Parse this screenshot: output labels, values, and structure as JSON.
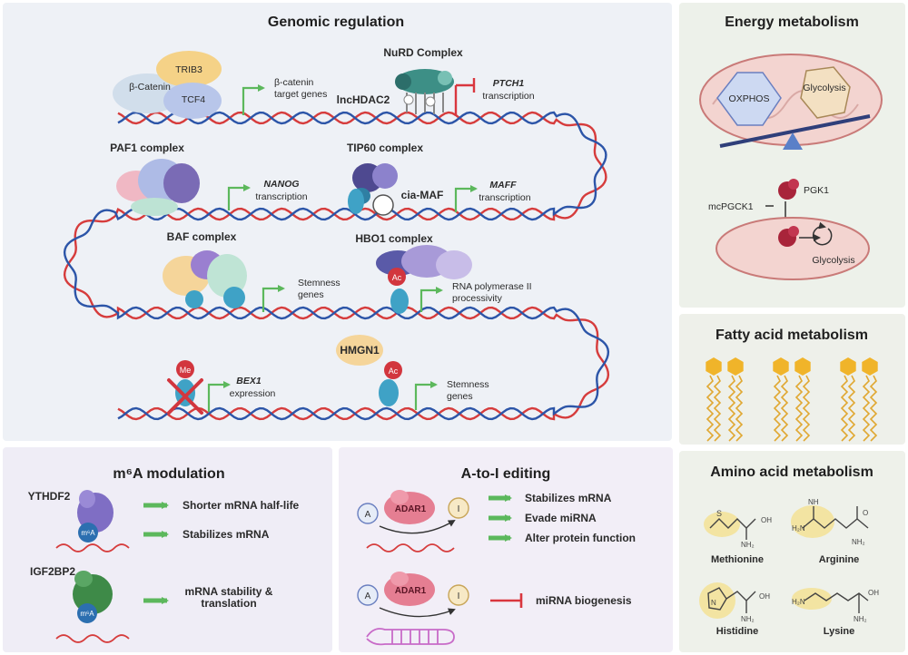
{
  "colors": {
    "panel_genomic": "#eef1f6",
    "panel_energy": "#edf1ea",
    "panel_m6a": "#efedf6",
    "panel_atoi": "#f2eef7",
    "dna_red": "#d63c3c",
    "dna_blue": "#2c55a8",
    "activate_green": "#5cb85c",
    "inhibit_red": "#d9363e"
  },
  "panels": {
    "genomic": {
      "title": "Genomic regulation",
      "row1": {
        "proteins": [
          "TRIB3",
          "β-Catenin",
          "TCF4"
        ],
        "target": "β-catenin\ntarget genes",
        "nurd": "NuRD Complex",
        "lnc": "lncHDAC2",
        "gene": "PTCH1",
        "gene_suffix": "transcription"
      },
      "row2": {
        "paf1": "PAF1 complex",
        "gene1": "NANOG",
        "gene1_suffix": "transcription",
        "tip60": "TIP60 complex",
        "cia": "cia-MAF",
        "gene2": "MAFF",
        "gene2_suffix": "transcription"
      },
      "row3": {
        "baf": "BAF complex",
        "out1": "Stemness\ngenes",
        "hbo1": "HBO1 complex",
        "ac": "Ac",
        "out2": "RNA polymerase II\nprocessivity"
      },
      "row4": {
        "me": "Me",
        "gene": "BEX1",
        "gene_suffix": "expression",
        "hmgn1": "HMGN1",
        "ac": "Ac",
        "out": "Stemness\ngenes"
      }
    },
    "energy": {
      "title": "Energy metabolism",
      "oxphos": "OXPHOS",
      "glycolysis": "Glycolysis",
      "pgk1": "PGK1",
      "mcpgck1": "mcPGCK1",
      "glycolysis2": "Glycolysis"
    },
    "fatty": {
      "title": "Fatty acid metabolism"
    },
    "amino": {
      "title": "Amino acid metabolism",
      "compounds": [
        "Methionine",
        "Arginine",
        "Histidine",
        "Lysine"
      ],
      "atoms": {
        "oh": "OH",
        "nh2": "NH₂",
        "h2n": "H₂N",
        "nh": "NH",
        "n": "N",
        "s": "S",
        "o": "O"
      }
    },
    "m6a": {
      "title": "m⁶A modulation",
      "reader1": "YTHDF2",
      "reader2": "IGF2BP2",
      "mark": "m⁶A",
      "effects1": [
        "Shorter mRNA half-life",
        "Stabilizes mRNA"
      ],
      "effect2": "mRNA stability &\ntranslation"
    },
    "atoi": {
      "title": "A-to-I editing",
      "enzyme": "ADAR1",
      "a": "A",
      "i": "I",
      "effects1": [
        "Stabilizes mRNA",
        "Evade miRNA",
        "Alter protein function"
      ],
      "effect2": "miRNA biogenesis"
    }
  }
}
